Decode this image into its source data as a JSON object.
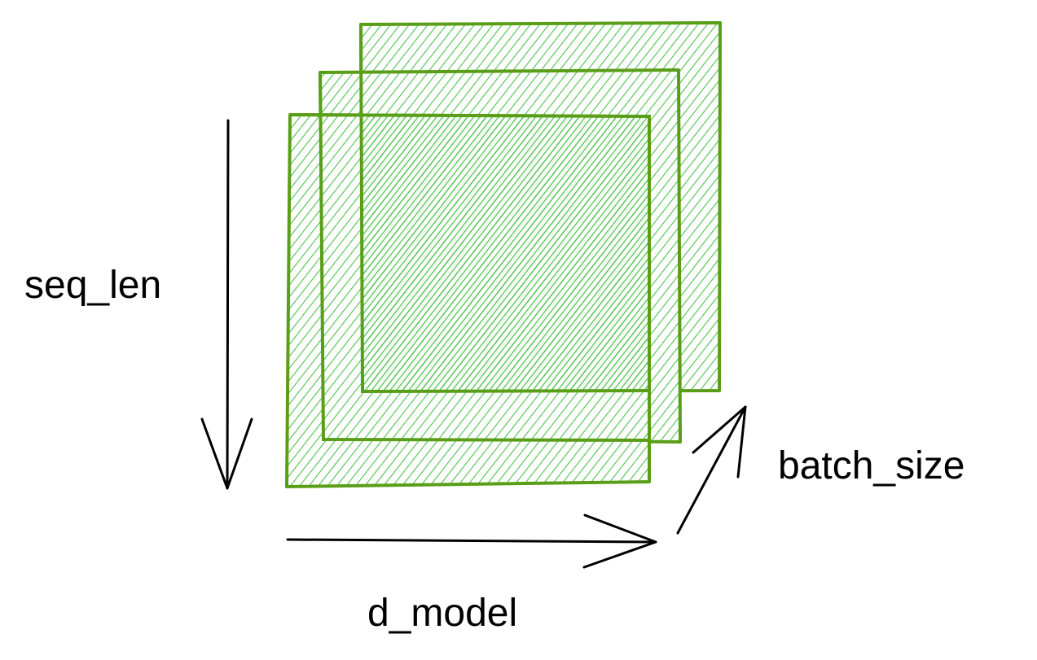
{
  "diagram": {
    "labels": {
      "seq_len": "seq_len",
      "d_model": "d_model",
      "batch_size": "batch_size"
    },
    "colors": {
      "fill": "#ffffff",
      "hatch": "#4cc24c",
      "outline": "#5a9e18",
      "arrow": "#000000",
      "text": "#000000"
    },
    "sheet_count": 3
  }
}
